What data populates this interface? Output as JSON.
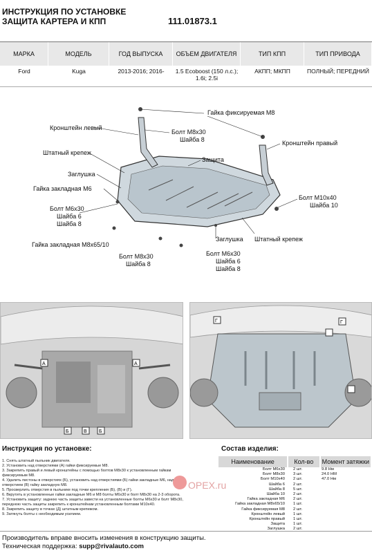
{
  "header": {
    "line1": "ИНСТРУКЦИЯ ПО УСТАНОВКЕ",
    "line2": "ЗАЩИТА КАРТЕРА И КПП",
    "code": "111.01873.1"
  },
  "spec_table": {
    "headers": [
      "МАРКА",
      "МОДЕЛЬ",
      "ГОД ВЫПУСКА",
      "ОБЪЕМ ДВИГАТЕЛЯ",
      "ТИП КПП",
      "ТИП ПРИВОДА"
    ],
    "row": [
      "Ford",
      "Kuga",
      "2013-2016; 2016-",
      "1.5 Ecoboost (150 л.с.); 1.6i; 2.5i",
      "АКПП; МКПП",
      "ПОЛНЫЙ; ПЕРЕДНИЙ"
    ]
  },
  "diagram_labels": {
    "nut_fixed_m8": "Гайка фиксируемая М8",
    "bracket_left": "Кронштейн левый",
    "bolt_m8x30_a": "Болт М8х30",
    "washer_8_a": "Шайба 8",
    "bracket_right": "Кронштейн правый",
    "std_mount_l": "Штатный крепеж",
    "guard": "Защита",
    "plug_l": "Заглушка",
    "nut_embedded_m6": "Гайка закладная М6",
    "bolt_m10x40": "Болт М10х40",
    "washer_10": "Шайба 10",
    "bolt_m6x30_a": "Болт М6х30",
    "washer_6_a": "Шайба 6",
    "washer_8_b": "Шайба 8",
    "plug_r": "Заглушка",
    "std_mount_r": "Штатный крепеж",
    "nut_embedded_m8x65": "Гайка закладная М8х65/10",
    "bolt_m8x30_b": "Болт М8х30",
    "washer_8_c": "Шайба 8",
    "bolt_m6x30_b": "Болт М6х30",
    "washer_6_b": "Шайба 6",
    "washer_8_d": "Шайба 8"
  },
  "photo_labels": {
    "a": "А",
    "b": "Б",
    "v": "В",
    "g": "Г"
  },
  "instructions": {
    "title": "Инструкция по установке:",
    "steps": [
      "1. Снять штатный пыльник двигателя.",
      "2. Установить над отверстиями (А) гайки фиксируемые М8.",
      "3. Закрепить правый и левый кронштейны с помощью болтов М8х30 к установленным гайкам",
      "фиксируемым М8.",
      "4. Удалить пистоны в отверстиях (Б), установить над отверстиями (Б) гайки закладные М6, над",
      "отверстием (В) гайку закладную М8.",
      "5. Просверлить отверстия в пыльнике под точки крепления (Б), (В) и (Г).",
      "6. Вкрутить в установленные гайки закладные М6 и М8 болты М6х30 и болт М8х30 на 2-3 оборота.",
      "7. Установить защиту: заднюю часть защиты завести на установленные болты М6х30 и болт М8х30,",
      "переднюю часть защиты закрепить к кронштейнам установленным болтами М10х40.",
      "8. Закрепить защиту в точках (Д) штатным крепежом.",
      "9. Затянуть болты с необходимым усилием."
    ]
  },
  "components": {
    "title": "Состав изделия:",
    "headers": [
      "Наименование",
      "Кол-во",
      "Момент затяжки"
    ],
    "rows": [
      [
        "Болт М6х30",
        "2 шт.",
        "9.8 Нм"
      ],
      [
        "Болт М8х30",
        "3 шт.",
        "24.0 НМ"
      ],
      [
        "Болт М10х40",
        "2 шт.",
        "47.0 Нм"
      ],
      [
        "Шайба 6",
        "2 шт.",
        ""
      ],
      [
        "Шайба 8",
        "5 шт.",
        ""
      ],
      [
        "Шайба 10",
        "2 шт.",
        ""
      ],
      [
        "Гайка закладная М6",
        "2 шт.",
        ""
      ],
      [
        "Гайка закладная М8х65/10",
        "1 шт.",
        ""
      ],
      [
        "Гайка фиксируемая М8",
        "2 шт.",
        ""
      ],
      [
        "Кронштейн левый",
        "1 шт.",
        ""
      ],
      [
        "Кронштейн правый",
        "1 шт.",
        ""
      ],
      [
        "Защита",
        "1 шт.",
        ""
      ],
      [
        "Заглушка",
        "2 шт.",
        ""
      ]
    ]
  },
  "footer": {
    "line1": "Производитель вправе вносить изменения в конструкцию защиты.",
    "support_label": "Техническая поддержка:",
    "support_email": "supp@rivalauto.com"
  },
  "watermark": "ОРЕХ.ru",
  "colors": {
    "table_head": "#e8e8e8",
    "guard_fill": "#cfd8de",
    "photo_bg": "#d9d9d9",
    "watermark": "#e3a3a3"
  }
}
